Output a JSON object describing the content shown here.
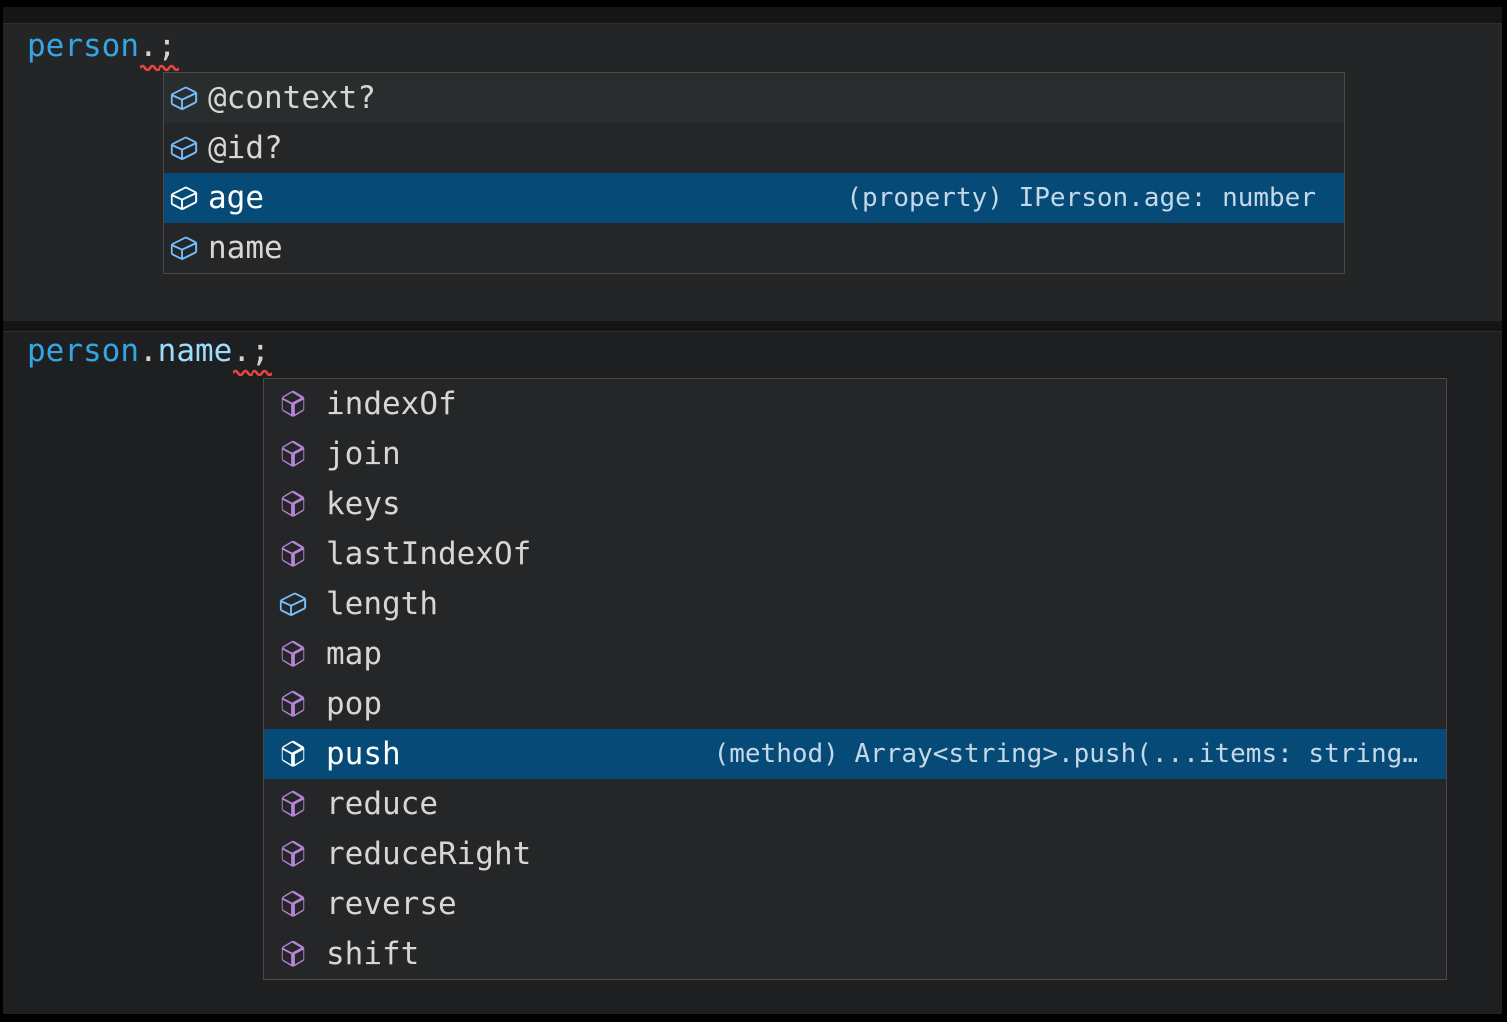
{
  "colors": {
    "editor_background_top": "#242526",
    "editor_background_bottom": "#1e1f20",
    "suggest_background": "#252627",
    "suggest_border": "#4a4a4a",
    "selection_background": "#064b78",
    "hover_background": "#2a2d2e",
    "variable_color": "#35a6e4",
    "property_color": "#9cdcfe",
    "field_icon_color": "#75beff",
    "method_icon_color": "#b584d8",
    "error_squiggle_color": "#e8453f"
  },
  "snippet1": {
    "code": {
      "variable": "person",
      "dot": ".",
      "semicolon": ";"
    },
    "suggest": {
      "items": [
        {
          "label": "@context?",
          "kind": "field",
          "state": "hover"
        },
        {
          "label": "@id?",
          "kind": "field",
          "state": "normal"
        },
        {
          "label": "age",
          "kind": "field",
          "state": "selected",
          "detail": "(property) IPerson.age: number"
        },
        {
          "label": "name",
          "kind": "field",
          "state": "normal"
        }
      ]
    }
  },
  "snippet2": {
    "code": {
      "variable": "person",
      "dot1": ".",
      "property": "name",
      "dot2": ".",
      "semicolon": ";"
    },
    "suggest": {
      "items": [
        {
          "label": "indexOf",
          "kind": "method",
          "state": "normal"
        },
        {
          "label": "join",
          "kind": "method",
          "state": "normal"
        },
        {
          "label": "keys",
          "kind": "method",
          "state": "normal"
        },
        {
          "label": "lastIndexOf",
          "kind": "method",
          "state": "normal"
        },
        {
          "label": "length",
          "kind": "field",
          "state": "normal"
        },
        {
          "label": "map",
          "kind": "method",
          "state": "normal"
        },
        {
          "label": "pop",
          "kind": "method",
          "state": "normal"
        },
        {
          "label": "push",
          "kind": "method",
          "state": "selected",
          "detail": "(method) Array<string>.push(...items: string…"
        },
        {
          "label": "reduce",
          "kind": "method",
          "state": "normal"
        },
        {
          "label": "reduceRight",
          "kind": "method",
          "state": "normal"
        },
        {
          "label": "reverse",
          "kind": "method",
          "state": "normal"
        },
        {
          "label": "shift",
          "kind": "method",
          "state": "normal"
        }
      ]
    }
  }
}
